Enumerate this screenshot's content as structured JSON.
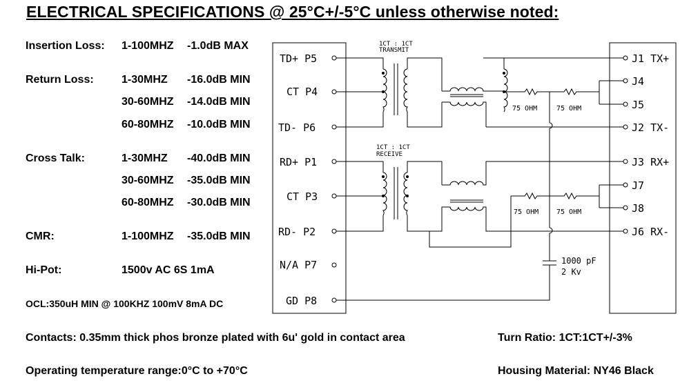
{
  "title": "ELECTRICAL SPECIFICATIONS @ 25°C+/-5°C unless otherwise noted:",
  "specs": {
    "insertion_loss": {
      "label": "Insertion Loss:",
      "range": "1-100MHZ",
      "value": "-1.0dB MAX"
    },
    "return_loss": {
      "label": "Return Loss:",
      "rows": [
        {
          "range": "1-30MHZ",
          "value": "-16.0dB MIN"
        },
        {
          "range": "30-60MHZ",
          "value": "-14.0dB MIN"
        },
        {
          "range": "60-80MHZ",
          "value": "-10.0dB MIN"
        }
      ]
    },
    "cross_talk": {
      "label": "Cross Talk:",
      "rows": [
        {
          "range": "1-30MHZ",
          "value": "-40.0dB MIN"
        },
        {
          "range": "30-60MHZ",
          "value": "-35.0dB MIN"
        },
        {
          "range": "60-80MHZ",
          "value": "-30.0dB MIN"
        }
      ]
    },
    "cmr": {
      "label": "CMR:",
      "range": "1-100MHZ",
      "value": "-35.0dB MIN"
    },
    "hipot": {
      "label": "Hi-Pot:",
      "value": "1500v AC 6S 1mA"
    },
    "ocl": "OCL:350uH MIN @ 100KHZ 100mV 8mA DC"
  },
  "footer": {
    "contacts": "Contacts: 0.35mm thick phos bronze plated with 6u' gold in contact area",
    "turn_ratio": "Turn Ratio: 1CT:1CT+/-3%",
    "operating_temp": "Operating temperature range:0°C to +70°C",
    "housing": "Housing Material: NY46 Black"
  },
  "schematic": {
    "left_pins": [
      "TD+ P5",
      "CT P4",
      "TD- P6",
      "RD+ P1",
      "CT P3",
      "RD- P2",
      "N/A P7",
      "GD P8"
    ],
    "right_pins": [
      "J1 TX+",
      "J4",
      "J5",
      "J2 TX-",
      "J3 RX+",
      "J7",
      "J8",
      "J6 RX-"
    ],
    "transmit_ratio": "1CT : 1CT",
    "transmit_label": "TRANSMIT",
    "receive_ratio": "1CT : 1CT",
    "receive_label": "RECEIVE",
    "resistor_label": "75 OHM",
    "capacitor_value": "1000 pF",
    "capacitor_voltage": "2 Kv"
  }
}
